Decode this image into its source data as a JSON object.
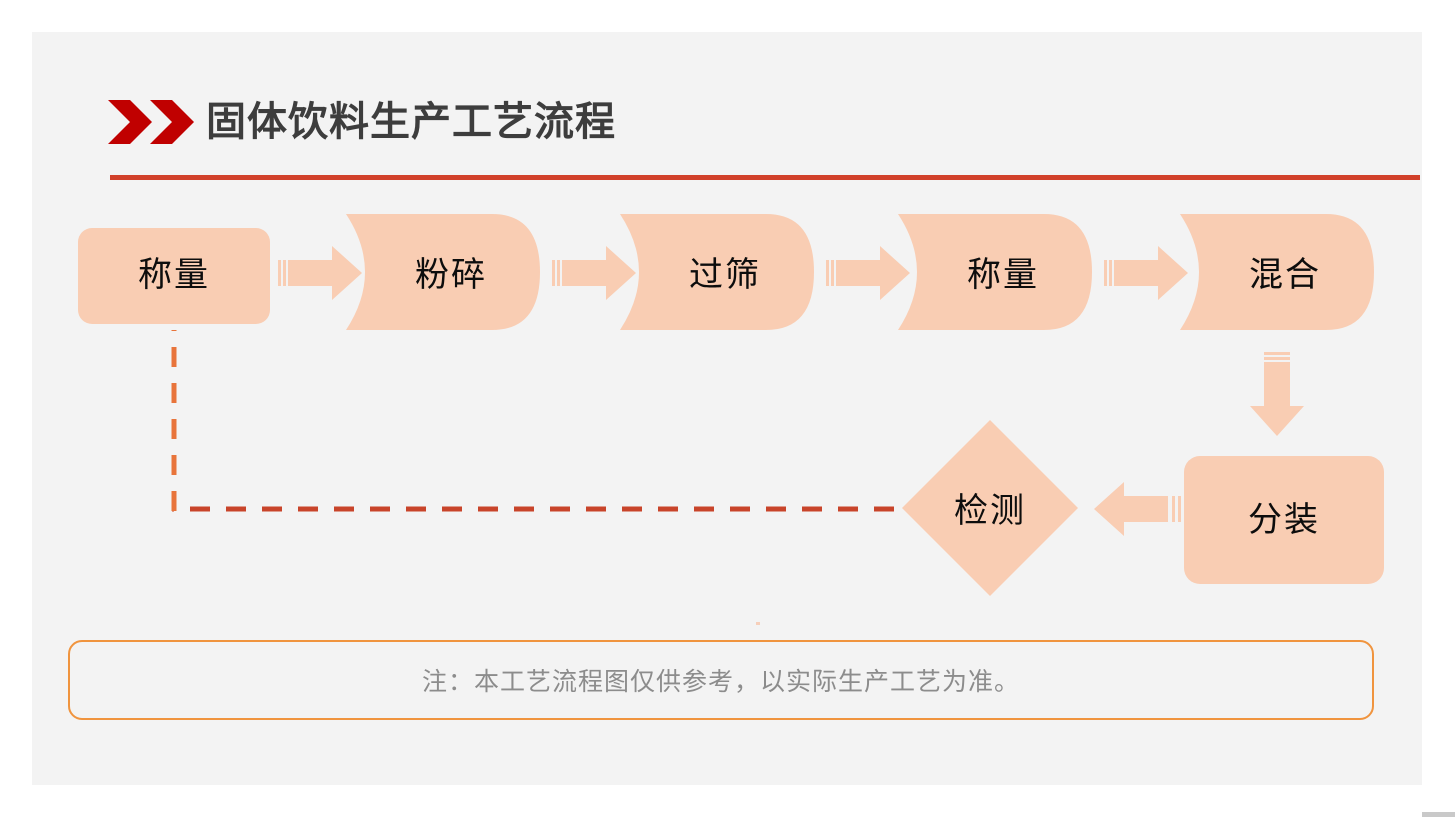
{
  "slide": {
    "background": "#f3f3f3",
    "outer_background": "#ffffff"
  },
  "header": {
    "title": "固体饮料生产工艺流程",
    "title_color": "#3d3d3d",
    "chevron_icon": "double-chevron-right-icon",
    "chevron_color": "#c00000",
    "rule_color": "#d1402a"
  },
  "flow": {
    "shape_fill": "#f9cdb3",
    "arrow_fill": "#f9cdb3",
    "dashed_vertical_color": "#e8743b",
    "dashed_horizontal_color": "#c8442a",
    "row1": [
      {
        "id": "n1",
        "label": "称量",
        "shape": "rounded-rect"
      },
      {
        "id": "n2",
        "label": "粉碎",
        "shape": "delay"
      },
      {
        "id": "n3",
        "label": "过筛",
        "shape": "delay"
      },
      {
        "id": "n4",
        "label": "称量",
        "shape": "delay"
      },
      {
        "id": "n5",
        "label": "混合",
        "shape": "delay"
      }
    ],
    "row2": [
      {
        "id": "n6",
        "label": "检测",
        "shape": "diamond"
      },
      {
        "id": "n7",
        "label": "分装",
        "shape": "rounded-rect"
      }
    ],
    "connectors": [
      {
        "id": "a1",
        "from": "n1",
        "to": "n2",
        "direction": "right",
        "style": "block-arrow"
      },
      {
        "id": "a2",
        "from": "n2",
        "to": "n3",
        "direction": "right",
        "style": "block-arrow"
      },
      {
        "id": "a3",
        "from": "n3",
        "to": "n4",
        "direction": "right",
        "style": "block-arrow"
      },
      {
        "id": "a4",
        "from": "n4",
        "to": "n5",
        "direction": "right",
        "style": "block-arrow"
      },
      {
        "id": "a5",
        "from": "n5",
        "to": "n7",
        "direction": "down",
        "style": "block-arrow"
      },
      {
        "id": "a6",
        "from": "n7",
        "to": "n6",
        "direction": "left",
        "style": "block-arrow"
      },
      {
        "id": "a7",
        "from": "n6",
        "to": "n1",
        "direction": "left-up",
        "style": "dashed-line"
      }
    ]
  },
  "note": {
    "text": "注：本工艺流程图仅供参考，以实际生产工艺为准。",
    "border_color": "#f0943e",
    "text_color": "#8c8c8c"
  }
}
